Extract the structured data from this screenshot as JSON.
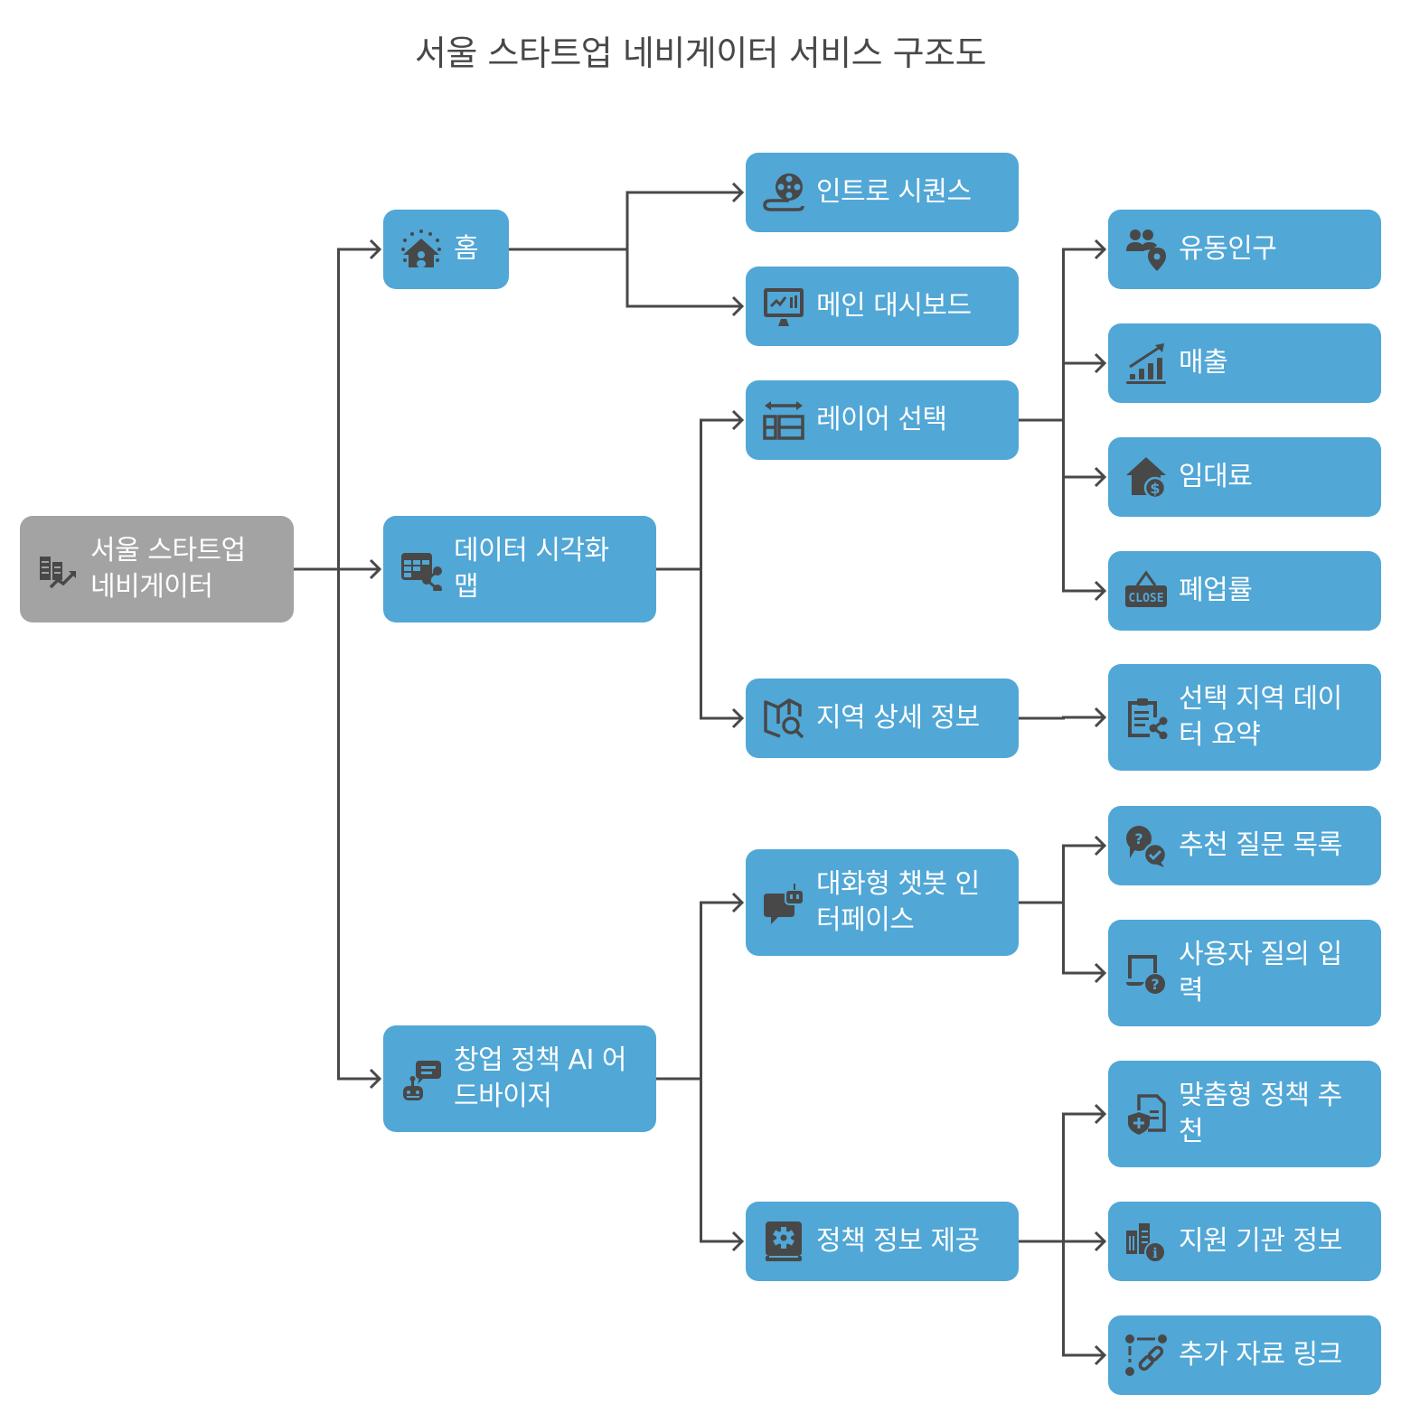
{
  "title": "서울 스타트업 네비게이터 서비스 구조도",
  "colors": {
    "node": "#51a7d6",
    "root": "#a3a3a3",
    "icon": "#484848",
    "edge": "#484848",
    "text": "#ffffff"
  },
  "nodes": {
    "root": {
      "label": "서울 스타트업 네비게이터",
      "icon": "buildings-trend-icon"
    },
    "home": {
      "label": "홈",
      "icon": "home-icon"
    },
    "intro": {
      "label": "인트로 시퀀스",
      "icon": "film-reel-icon"
    },
    "dashboard": {
      "label": "메인 대시보드",
      "icon": "monitor-chart-icon"
    },
    "datamap": {
      "label": "데이터 시각화 맵",
      "icon": "table-share-icon"
    },
    "layer": {
      "label": "레이어 선택",
      "icon": "layout-columns-icon"
    },
    "population": {
      "label": "유동인구",
      "icon": "people-location-icon"
    },
    "sales": {
      "label": "매출",
      "icon": "bar-chart-up-icon"
    },
    "rent": {
      "label": "임대료",
      "icon": "house-dollar-icon"
    },
    "closure": {
      "label": "폐업률",
      "icon": "close-sign-icon"
    },
    "region": {
      "label": "지역 상세 정보",
      "icon": "map-search-icon"
    },
    "summary": {
      "label": "선택 지역 데이터 요약",
      "icon": "clipboard-share-icon"
    },
    "advisor": {
      "label": "창업 정책 AI 어드바이저",
      "icon": "robot-chat-icon"
    },
    "chatbot": {
      "label": "대화형 챗봇 인터페이스",
      "icon": "chat-bot-icon"
    },
    "questions": {
      "label": "추천 질문 목록",
      "icon": "question-answer-icon"
    },
    "userinput": {
      "label": "사용자 질의 입력",
      "icon": "laptop-question-icon"
    },
    "policyinfo": {
      "label": "정책 정보 제공",
      "icon": "book-gear-icon"
    },
    "custom": {
      "label": "맞춤형 정책 추천",
      "icon": "shield-document-icon"
    },
    "agency": {
      "label": "지원 기관 정보",
      "icon": "building-info-icon"
    },
    "links": {
      "label": "추가 자료 링크",
      "icon": "link-nodes-icon"
    }
  },
  "edges": [
    [
      "root",
      "home"
    ],
    [
      "root",
      "datamap"
    ],
    [
      "root",
      "advisor"
    ],
    [
      "home",
      "intro"
    ],
    [
      "home",
      "dashboard"
    ],
    [
      "datamap",
      "layer"
    ],
    [
      "datamap",
      "region"
    ],
    [
      "layer",
      "population"
    ],
    [
      "layer",
      "sales"
    ],
    [
      "layer",
      "rent"
    ],
    [
      "layer",
      "closure"
    ],
    [
      "region",
      "summary"
    ],
    [
      "advisor",
      "chatbot"
    ],
    [
      "advisor",
      "policyinfo"
    ],
    [
      "chatbot",
      "questions"
    ],
    [
      "chatbot",
      "userinput"
    ],
    [
      "policyinfo",
      "custom"
    ],
    [
      "policyinfo",
      "agency"
    ],
    [
      "policyinfo",
      "links"
    ]
  ]
}
